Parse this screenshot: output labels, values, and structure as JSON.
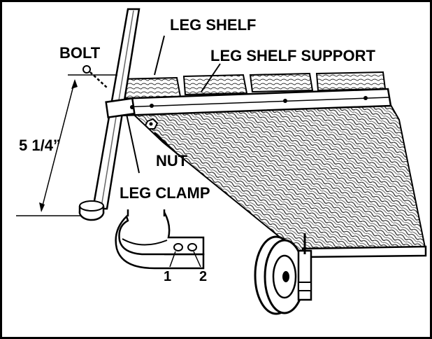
{
  "labels": {
    "leg_shelf": "LEG SHELF",
    "bolt": "BOLT",
    "leg_shelf_support": "LEG SHELF SUPPORT",
    "dimension": "5 1/4”",
    "nut": "NUT",
    "leg_clamp": "LEG CLAMP",
    "hole_1": "1",
    "hole_2": "2"
  },
  "colors": {
    "ink": "#000000",
    "paper": "#ffffff",
    "shade": "#555555"
  }
}
